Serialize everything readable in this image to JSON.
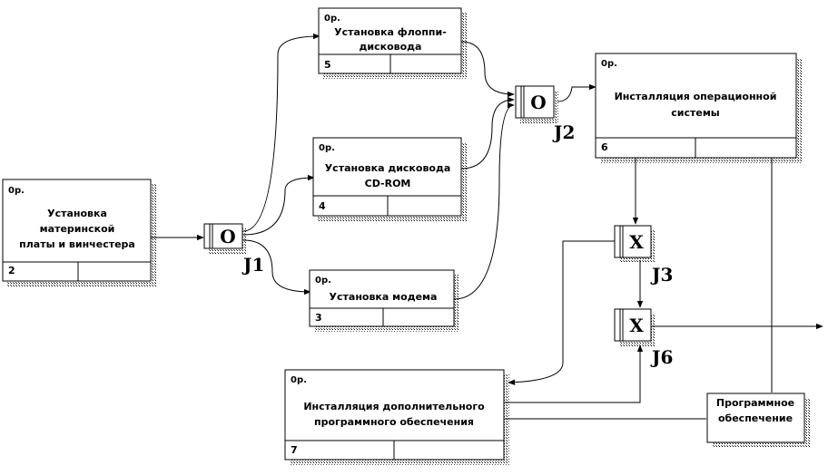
{
  "diagram": {
    "nodes": [
      {
        "id": "n2",
        "code": "0р.",
        "title_lines": [
          "Установка",
          "материнской",
          "платы и винчестера"
        ],
        "number": "2"
      },
      {
        "id": "n5",
        "code": "0р.",
        "title_lines": [
          "Установка флоппи-",
          "дисковода"
        ],
        "number": "5"
      },
      {
        "id": "n4",
        "code": "0р.",
        "title_lines": [
          "Установка дисковода",
          "CD-ROM"
        ],
        "number": "4"
      },
      {
        "id": "n3",
        "code": "0р.",
        "title_lines": [
          "Установка модема"
        ],
        "number": "3"
      },
      {
        "id": "n6",
        "code": "0р.",
        "title_lines": [
          "Инсталляция операционной",
          "системы"
        ],
        "number": "6"
      },
      {
        "id": "n7",
        "code": "0р.",
        "title_lines": [
          "Инсталляция дополнительного",
          "программного обеспечения"
        ],
        "number": "7"
      }
    ],
    "junctions": [
      {
        "id": "J1",
        "symbol": "O",
        "label": "J1"
      },
      {
        "id": "J2",
        "symbol": "O",
        "label": "J2"
      },
      {
        "id": "J3",
        "symbol": "X",
        "label": "J3"
      },
      {
        "id": "J6",
        "symbol": "X",
        "label": "J6"
      }
    ],
    "resource": {
      "title_lines": [
        "Программное",
        "обеспечение"
      ]
    }
  }
}
